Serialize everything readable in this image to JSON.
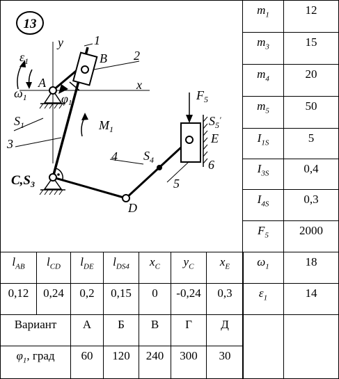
{
  "figure": {
    "number": "13",
    "labels": {
      "y": "y",
      "x": "x",
      "A": "A",
      "B": "B",
      "D": "D",
      "E": "E",
      "CS3": "C,S",
      "CS3_sub": "3",
      "S4": "S",
      "S4_sub": "4",
      "S5": "S",
      "S5_sub": "5",
      "S5_prime": "′",
      "F5": "F",
      "F5_sub": "5",
      "M1": "M",
      "M1_sub": "1",
      "w1": "ω",
      "w1_sub": "1",
      "e1": "ε",
      "e1_sub": "1",
      "phi1": "φ",
      "phi1_sub": "1",
      "S1": "S",
      "S1_sub": "1",
      "n1": "1",
      "n2": "2",
      "n3": "3",
      "n4": "4",
      "n5": "5",
      "n6": "6"
    }
  },
  "right_table": [
    {
      "label": "m",
      "sub": "1",
      "value": "12"
    },
    {
      "label": "m",
      "sub": "3",
      "value": "15"
    },
    {
      "label": "m",
      "sub": "4",
      "value": "20"
    },
    {
      "label": "m",
      "sub": "5",
      "value": "50"
    },
    {
      "label": "I",
      "sub": "1S",
      "value": "5"
    },
    {
      "label": "I",
      "sub": "3S",
      "value": "0,4"
    },
    {
      "label": "I",
      "sub": "4S",
      "value": "0,3"
    },
    {
      "label": "F",
      "sub": "5",
      "value": "2000"
    },
    {
      "label": "ω",
      "sub": "1",
      "value": "18"
    },
    {
      "label": "ε",
      "sub": "1",
      "value": "14"
    }
  ],
  "bottom_table": {
    "headers": [
      {
        "l": "l",
        "s": "AB"
      },
      {
        "l": "l",
        "s": "CD"
      },
      {
        "l": "l",
        "s": "DE"
      },
      {
        "l": "l",
        "s": "DS4"
      },
      {
        "l": "x",
        "s": "C"
      },
      {
        "l": "y",
        "s": "C"
      },
      {
        "l": "x",
        "s": "E"
      }
    ],
    "values": [
      "0,12",
      "0,24",
      "0,2",
      "0,15",
      "0",
      "-0,24",
      "0,3"
    ],
    "variant_label": "Вариант",
    "variants": [
      "А",
      "Б",
      "В",
      "Г",
      "Д"
    ],
    "phi_label": "φ",
    "phi_sub": "1",
    "phi_unit": ", град",
    "phi_values": [
      "60",
      "120",
      "240",
      "300",
      "30"
    ]
  }
}
